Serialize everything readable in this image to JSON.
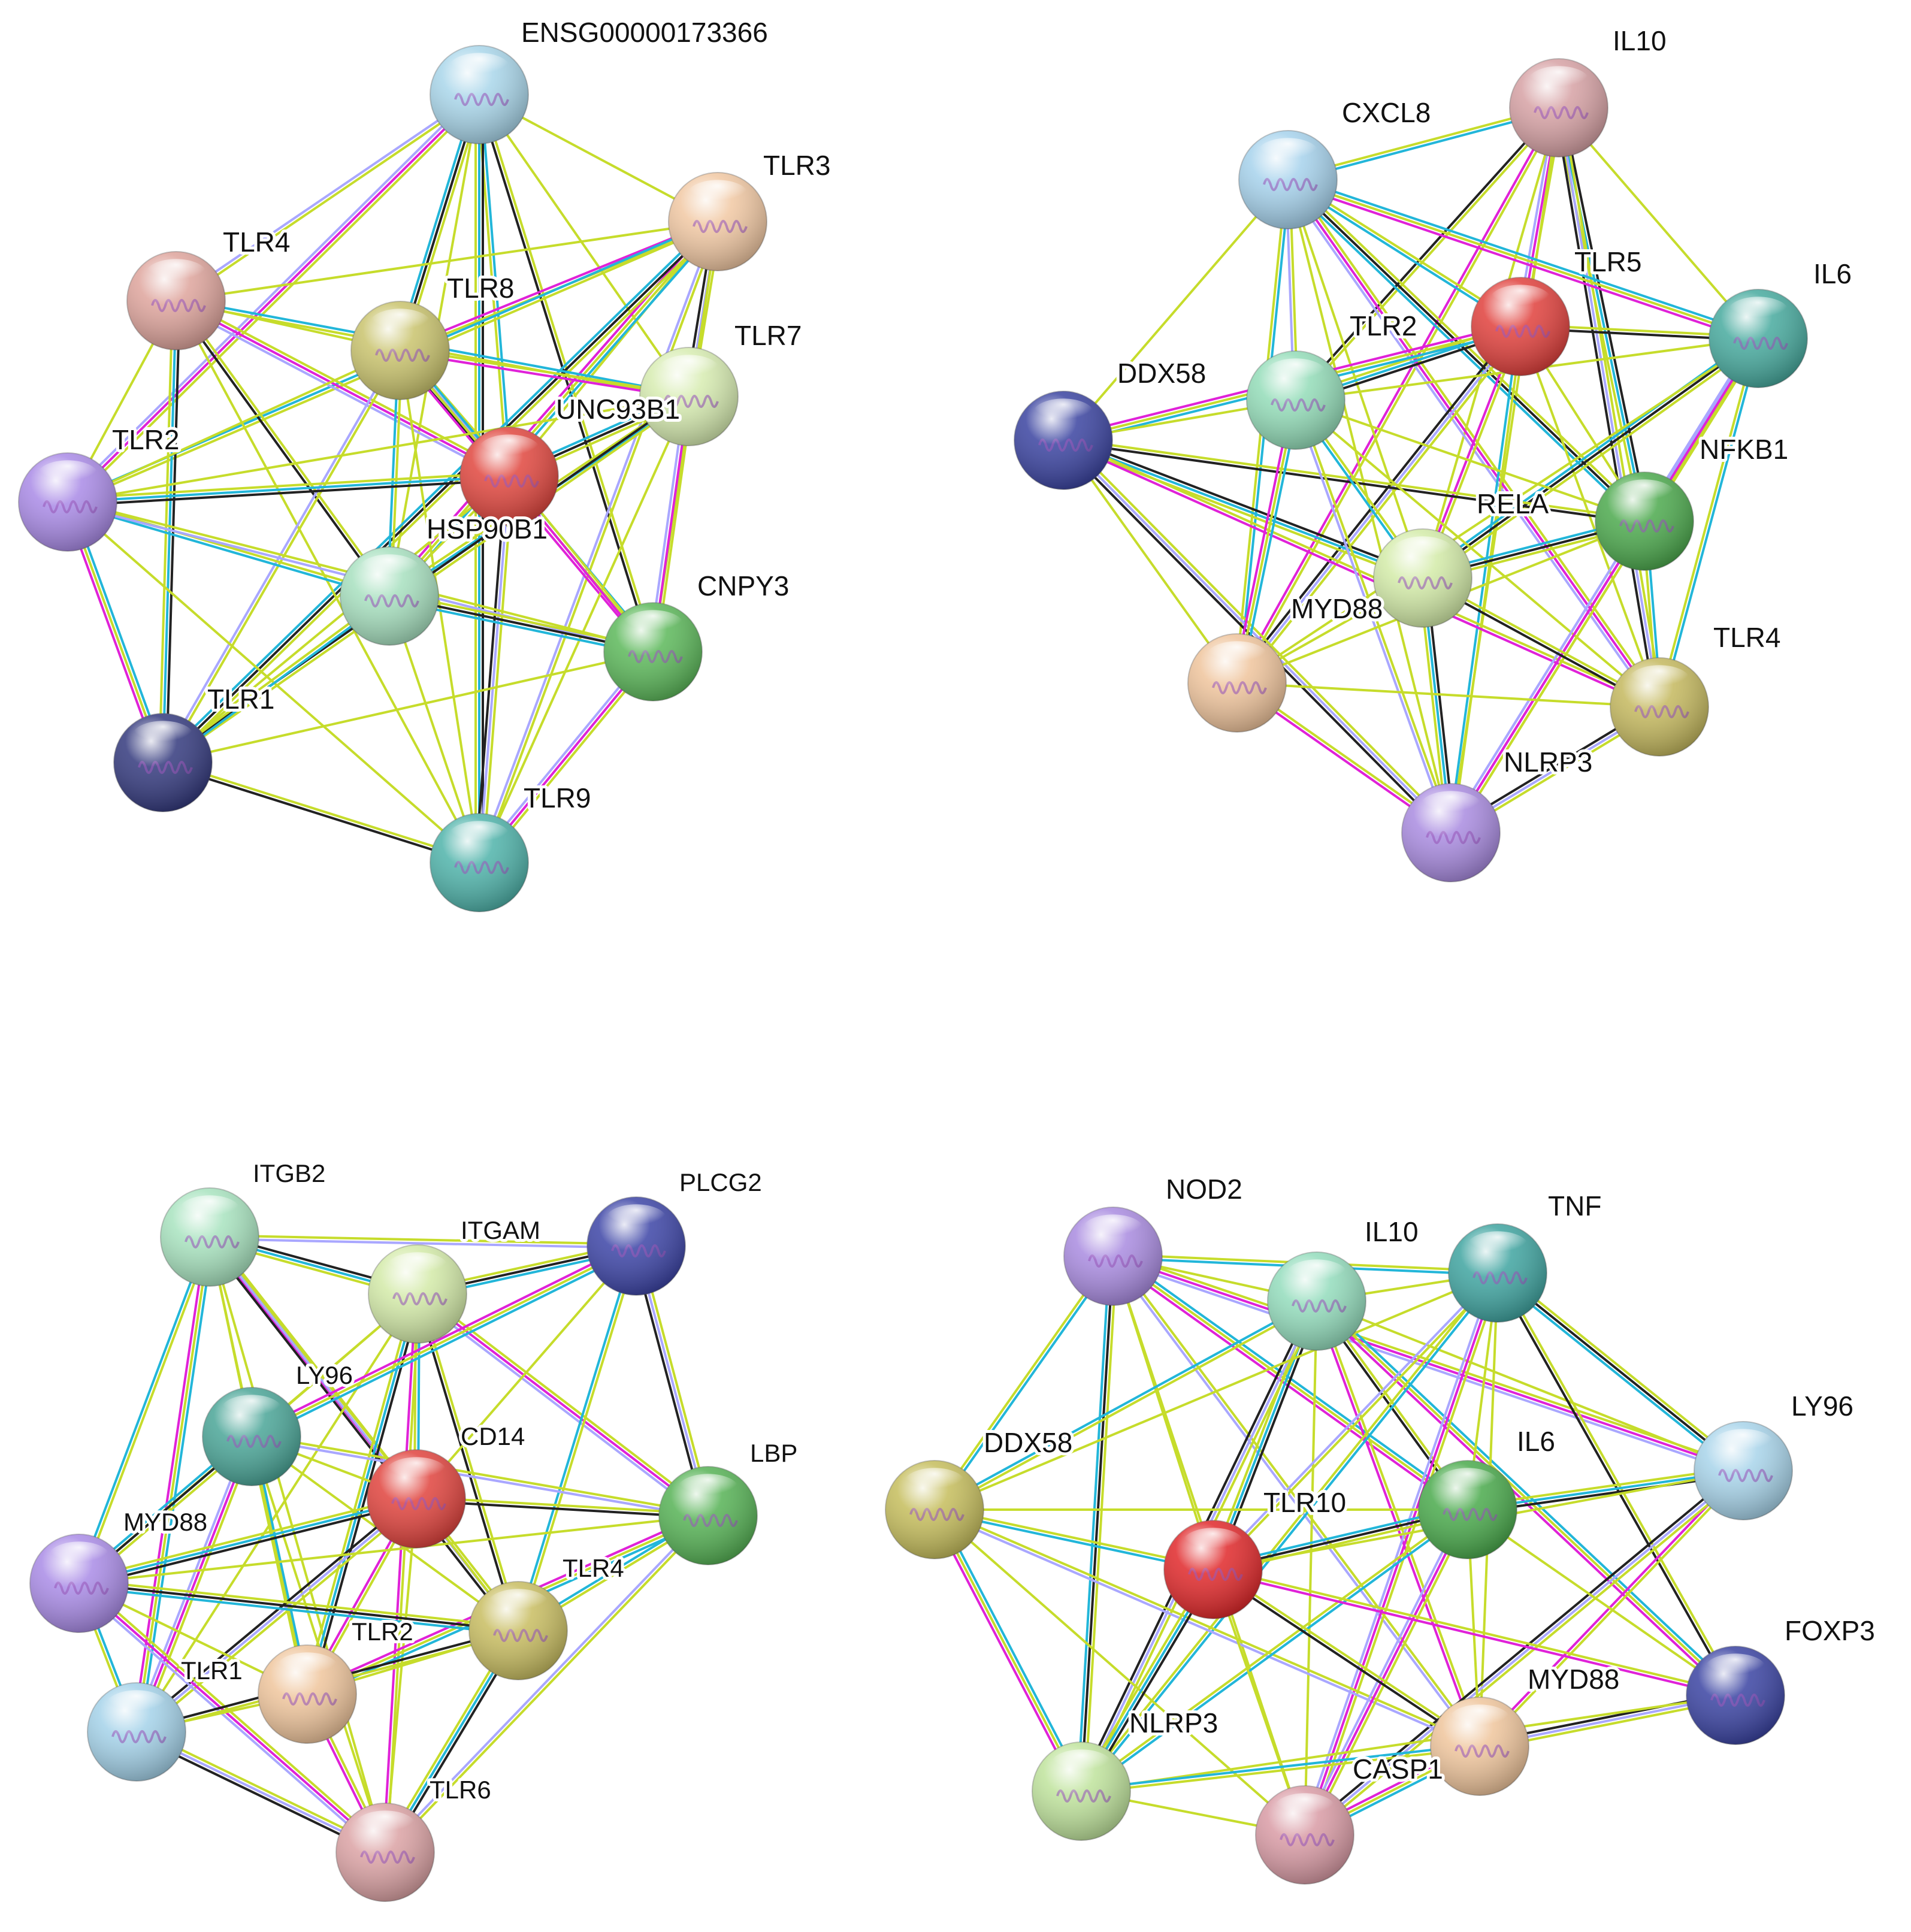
{
  "edge_colors": {
    "textmining": "#c6dc2b",
    "coexpression": "#222222",
    "experiments": "#e022d8",
    "databases": "#22b6d9",
    "homology": "#a9a7ff"
  },
  "panels": [
    {
      "nodes": [
        {
          "label": "ENSG00000173366",
          "color": "#a9d6ea"
        },
        {
          "label": "TLR3",
          "color": "#f1c8a3"
        },
        {
          "label": "TLR4",
          "color": "#dea49c"
        },
        {
          "label": "TLR8",
          "color": "#c9c36d"
        },
        {
          "label": "TLR7",
          "color": "#d7ecb1"
        },
        {
          "label": "UNC93B1",
          "color": "#e0463e"
        },
        {
          "label": "TLR2",
          "color": "#a98ae6"
        },
        {
          "label": "HSP90B1",
          "color": "#a7e0bf"
        },
        {
          "label": "CNPY3",
          "color": "#5cb85a"
        },
        {
          "label": "TLR1",
          "color": "#33397d"
        },
        {
          "label": "TLR9",
          "color": "#4fb3aa"
        }
      ],
      "edges": [
        [
          "ENSG00000173366",
          "TLR3"
        ],
        [
          "ENSG00000173366",
          "TLR4"
        ],
        [
          "ENSG00000173366",
          "TLR8"
        ],
        [
          "ENSG00000173366",
          "TLR7"
        ],
        [
          "ENSG00000173366",
          "UNC93B1"
        ],
        [
          "ENSG00000173366",
          "TLR2"
        ],
        [
          "ENSG00000173366",
          "HSP90B1"
        ],
        [
          "ENSG00000173366",
          "CNPY3"
        ],
        [
          "ENSG00000173366",
          "TLR9"
        ],
        [
          "TLR3",
          "TLR4"
        ],
        [
          "TLR3",
          "TLR8"
        ],
        [
          "TLR3",
          "TLR7"
        ],
        [
          "TLR3",
          "UNC93B1"
        ],
        [
          "TLR3",
          "TLR2"
        ],
        [
          "TLR3",
          "HSP90B1"
        ],
        [
          "TLR3",
          "CNPY3"
        ],
        [
          "TLR3",
          "TLR9"
        ],
        [
          "TLR3",
          "TLR1"
        ],
        [
          "TLR4",
          "TLR8"
        ],
        [
          "TLR4",
          "TLR7"
        ],
        [
          "TLR4",
          "UNC93B1"
        ],
        [
          "TLR4",
          "TLR2"
        ],
        [
          "TLR4",
          "HSP90B1"
        ],
        [
          "TLR4",
          "TLR1"
        ],
        [
          "TLR4",
          "TLR9"
        ],
        [
          "TLR8",
          "TLR7"
        ],
        [
          "TLR8",
          "UNC93B1"
        ],
        [
          "TLR8",
          "TLR2"
        ],
        [
          "TLR8",
          "HSP90B1"
        ],
        [
          "TLR8",
          "CNPY3"
        ],
        [
          "TLR8",
          "TLR9"
        ],
        [
          "TLR8",
          "TLR1"
        ],
        [
          "TLR7",
          "UNC93B1"
        ],
        [
          "TLR7",
          "TLR2"
        ],
        [
          "TLR7",
          "HSP90B1"
        ],
        [
          "TLR7",
          "CNPY3"
        ],
        [
          "TLR7",
          "TLR9"
        ],
        [
          "TLR7",
          "TLR1"
        ],
        [
          "UNC93B1",
          "TLR2"
        ],
        [
          "UNC93B1",
          "HSP90B1"
        ],
        [
          "UNC93B1",
          "CNPY3"
        ],
        [
          "UNC93B1",
          "TLR9"
        ],
        [
          "UNC93B1",
          "TLR1"
        ],
        [
          "TLR2",
          "HSP90B1"
        ],
        [
          "TLR2",
          "TLR1"
        ],
        [
          "TLR2",
          "TLR9"
        ],
        [
          "TLR2",
          "CNPY3"
        ],
        [
          "HSP90B1",
          "CNPY3"
        ],
        [
          "HSP90B1",
          "TLR9"
        ],
        [
          "HSP90B1",
          "TLR1"
        ],
        [
          "CNPY3",
          "TLR9"
        ],
        [
          "CNPY3",
          "TLR1"
        ],
        [
          "TLR1",
          "TLR9"
        ]
      ]
    },
    {
      "nodes": [
        {
          "label": "IL10",
          "color": "#d6a1a4"
        },
        {
          "label": "CXCL8",
          "color": "#a6d2ec"
        },
        {
          "label": "TLR5",
          "color": "#e0403c"
        },
        {
          "label": "IL6",
          "color": "#47aa9e"
        },
        {
          "label": "DDX58",
          "color": "#3a43a0"
        },
        {
          "label": "TLR2",
          "color": "#93dcb8"
        },
        {
          "label": "NFKB1",
          "color": "#4ca94d"
        },
        {
          "label": "RELA",
          "color": "#d3eba8"
        },
        {
          "label": "MYD88",
          "color": "#efc49c"
        },
        {
          "label": "TLR4",
          "color": "#c4b85e"
        },
        {
          "label": "NLRP3",
          "color": "#a98be0"
        }
      ],
      "edges": [
        [
          "IL10",
          "CXCL8"
        ],
        [
          "IL10",
          "TLR5"
        ],
        [
          "IL10",
          "IL6"
        ],
        [
          "IL10",
          "TLR2"
        ],
        [
          "IL10",
          "NFKB1"
        ],
        [
          "IL10",
          "RELA"
        ],
        [
          "IL10",
          "MYD88"
        ],
        [
          "IL10",
          "TLR4"
        ],
        [
          "IL10",
          "NLRP3"
        ],
        [
          "CXCL8",
          "TLR5"
        ],
        [
          "CXCL8",
          "IL6"
        ],
        [
          "CXCL8",
          "DDX58"
        ],
        [
          "CXCL8",
          "TLR2"
        ],
        [
          "CXCL8",
          "NFKB1"
        ],
        [
          "CXCL8",
          "RELA"
        ],
        [
          "CXCL8",
          "MYD88"
        ],
        [
          "CXCL8",
          "TLR4"
        ],
        [
          "CXCL8",
          "NLRP3"
        ],
        [
          "TLR5",
          "IL6"
        ],
        [
          "TLR5",
          "TLR2"
        ],
        [
          "TLR5",
          "NFKB1"
        ],
        [
          "TLR5",
          "RELA"
        ],
        [
          "TLR5",
          "MYD88"
        ],
        [
          "TLR5",
          "TLR4"
        ],
        [
          "TLR5",
          "NLRP3"
        ],
        [
          "TLR5",
          "DDX58"
        ],
        [
          "IL6",
          "TLR2"
        ],
        [
          "IL6",
          "NFKB1"
        ],
        [
          "IL6",
          "RELA"
        ],
        [
          "IL6",
          "MYD88"
        ],
        [
          "IL6",
          "TLR4"
        ],
        [
          "IL6",
          "NLRP3"
        ],
        [
          "DDX58",
          "TLR2"
        ],
        [
          "DDX58",
          "NFKB1"
        ],
        [
          "DDX58",
          "RELA"
        ],
        [
          "DDX58",
          "MYD88"
        ],
        [
          "DDX58",
          "TLR4"
        ],
        [
          "DDX58",
          "NLRP3"
        ],
        [
          "TLR2",
          "NFKB1"
        ],
        [
          "TLR2",
          "RELA"
        ],
        [
          "TLR2",
          "MYD88"
        ],
        [
          "TLR2",
          "TLR4"
        ],
        [
          "TLR2",
          "NLRP3"
        ],
        [
          "NFKB1",
          "RELA"
        ],
        [
          "NFKB1",
          "MYD88"
        ],
        [
          "NFKB1",
          "TLR4"
        ],
        [
          "NFKB1",
          "NLRP3"
        ],
        [
          "RELA",
          "MYD88"
        ],
        [
          "RELA",
          "TLR4"
        ],
        [
          "RELA",
          "NLRP3"
        ],
        [
          "MYD88",
          "TLR4"
        ],
        [
          "MYD88",
          "NLRP3"
        ],
        [
          "TLR4",
          "NLRP3"
        ]
      ]
    },
    {
      "nodes": [
        {
          "label": "ITGB2",
          "color": "#a8e3bf"
        },
        {
          "label": "ITGAM",
          "color": "#d3eaa8"
        },
        {
          "label": "PLCG2",
          "color": "#3c44a6"
        },
        {
          "label": "LY96",
          "color": "#4aa597"
        },
        {
          "label": "CD14",
          "color": "#e0433d"
        },
        {
          "label": "LBP",
          "color": "#56b255"
        },
        {
          "label": "MYD88",
          "color": "#a98be6"
        },
        {
          "label": "TLR4",
          "color": "#c8bd61"
        },
        {
          "label": "TLR2",
          "color": "#efc59c"
        },
        {
          "label": "TLR1",
          "color": "#a4d2e9"
        },
        {
          "label": "TLR6",
          "color": "#dba2a4"
        }
      ],
      "edges": [
        [
          "ITGB2",
          "ITGAM"
        ],
        [
          "ITGB2",
          "LY96"
        ],
        [
          "ITGB2",
          "CD14"
        ],
        [
          "ITGB2",
          "TLR4"
        ],
        [
          "ITGB2",
          "TLR2"
        ],
        [
          "ITGB2",
          "MYD88"
        ],
        [
          "ITGB2",
          "TLR1"
        ],
        [
          "ITGB2",
          "TLR6"
        ],
        [
          "ITGB2",
          "PLCG2"
        ],
        [
          "ITGAM",
          "PLCG2"
        ],
        [
          "ITGAM",
          "LY96"
        ],
        [
          "ITGAM",
          "CD14"
        ],
        [
          "ITGAM",
          "LBP"
        ],
        [
          "ITGAM",
          "MYD88"
        ],
        [
          "ITGAM",
          "TLR4"
        ],
        [
          "ITGAM",
          "TLR2"
        ],
        [
          "ITGAM",
          "TLR1"
        ],
        [
          "ITGAM",
          "TLR6"
        ],
        [
          "PLCG2",
          "LBP"
        ],
        [
          "PLCG2",
          "CD14"
        ],
        [
          "PLCG2",
          "TLR4"
        ],
        [
          "PLCG2",
          "LY96"
        ],
        [
          "LY96",
          "CD14"
        ],
        [
          "LY96",
          "LBP"
        ],
        [
          "LY96",
          "MYD88"
        ],
        [
          "LY96",
          "TLR4"
        ],
        [
          "LY96",
          "TLR2"
        ],
        [
          "LY96",
          "TLR1"
        ],
        [
          "LY96",
          "TLR6"
        ],
        [
          "CD14",
          "LBP"
        ],
        [
          "CD14",
          "MYD88"
        ],
        [
          "CD14",
          "TLR4"
        ],
        [
          "CD14",
          "TLR2"
        ],
        [
          "CD14",
          "TLR1"
        ],
        [
          "CD14",
          "TLR6"
        ],
        [
          "LBP",
          "TLR4"
        ],
        [
          "LBP",
          "TLR2"
        ],
        [
          "LBP",
          "MYD88"
        ],
        [
          "LBP",
          "TLR6"
        ],
        [
          "MYD88",
          "TLR4"
        ],
        [
          "MYD88",
          "TLR2"
        ],
        [
          "MYD88",
          "TLR1"
        ],
        [
          "MYD88",
          "TLR6"
        ],
        [
          "TLR4",
          "TLR2"
        ],
        [
          "TLR4",
          "TLR1"
        ],
        [
          "TLR4",
          "TLR6"
        ],
        [
          "TLR2",
          "TLR1"
        ],
        [
          "TLR2",
          "TLR6"
        ],
        [
          "TLR1",
          "TLR6"
        ]
      ]
    },
    {
      "nodes": [
        {
          "label": "NOD2",
          "color": "#a98be0"
        },
        {
          "label": "IL10",
          "color": "#93dcbc"
        },
        {
          "label": "TNF",
          "color": "#3fa4a0"
        },
        {
          "label": "LY96",
          "color": "#a8d4ea"
        },
        {
          "label": "DDX58",
          "color": "#c5bd5c"
        },
        {
          "label": "IL6",
          "color": "#4aaa4c"
        },
        {
          "label": "TLR10",
          "color": "#e0282a"
        },
        {
          "label": "FOXP3",
          "color": "#3a43a2"
        },
        {
          "label": "MYD88",
          "color": "#efc59c"
        },
        {
          "label": "NLRP3",
          "color": "#bfe39c"
        },
        {
          "label": "CASP1",
          "color": "#d99ba5"
        }
      ],
      "edges": [
        [
          "NOD2",
          "IL10"
        ],
        [
          "NOD2",
          "TNF"
        ],
        [
          "NOD2",
          "IL6"
        ],
        [
          "NOD2",
          "TLR10"
        ],
        [
          "NOD2",
          "MYD88"
        ],
        [
          "NOD2",
          "NLRP3"
        ],
        [
          "NOD2",
          "CASP1"
        ],
        [
          "NOD2",
          "DDX58"
        ],
        [
          "NOD2",
          "LY96"
        ],
        [
          "IL10",
          "TNF"
        ],
        [
          "IL10",
          "IL6"
        ],
        [
          "IL10",
          "TLR10"
        ],
        [
          "IL10",
          "LY96"
        ],
        [
          "IL10",
          "MYD88"
        ],
        [
          "IL10",
          "NLRP3"
        ],
        [
          "IL10",
          "CASP1"
        ],
        [
          "IL10",
          "DDX58"
        ],
        [
          "IL10",
          "FOXP3"
        ],
        [
          "TNF",
          "IL6"
        ],
        [
          "TNF",
          "TLR10"
        ],
        [
          "TNF",
          "LY96"
        ],
        [
          "TNF",
          "MYD88"
        ],
        [
          "TNF",
          "NLRP3"
        ],
        [
          "TNF",
          "CASP1"
        ],
        [
          "TNF",
          "DDX58"
        ],
        [
          "TNF",
          "FOXP3"
        ],
        [
          "LY96",
          "IL6"
        ],
        [
          "LY96",
          "TLR10"
        ],
        [
          "LY96",
          "MYD88"
        ],
        [
          "LY96",
          "CASP1"
        ],
        [
          "DDX58",
          "IL6"
        ],
        [
          "DDX58",
          "TLR10"
        ],
        [
          "DDX58",
          "NLRP3"
        ],
        [
          "DDX58",
          "CASP1"
        ],
        [
          "DDX58",
          "MYD88"
        ],
        [
          "IL6",
          "TLR10"
        ],
        [
          "IL6",
          "MYD88"
        ],
        [
          "IL6",
          "NLRP3"
        ],
        [
          "IL6",
          "CASP1"
        ],
        [
          "IL6",
          "FOXP3"
        ],
        [
          "TLR10",
          "MYD88"
        ],
        [
          "TLR10",
          "NLRP3"
        ],
        [
          "TLR10",
          "CASP1"
        ],
        [
          "TLR10",
          "FOXP3"
        ],
        [
          "FOXP3",
          "MYD88"
        ],
        [
          "FOXP3",
          "NLRP3"
        ],
        [
          "MYD88",
          "NLRP3"
        ],
        [
          "MYD88",
          "CASP1"
        ],
        [
          "NLRP3",
          "CASP1"
        ]
      ]
    }
  ]
}
